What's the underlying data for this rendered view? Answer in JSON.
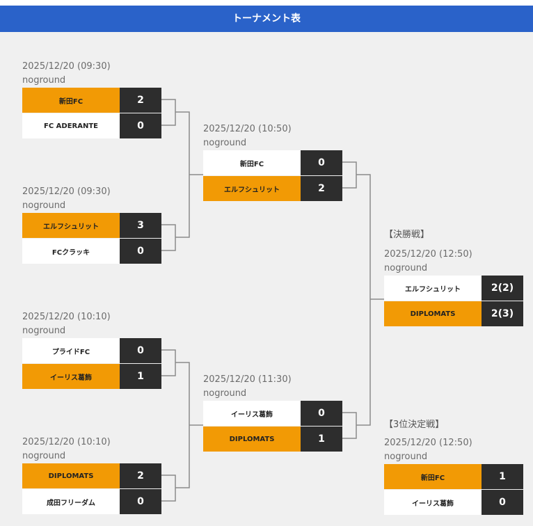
{
  "title": "トーナメント表",
  "matches": {
    "m1": {
      "datetime": "2025/12/20 (09:30)",
      "venue": "noground",
      "teams": [
        {
          "name": "新田FC",
          "score": "2"
        },
        {
          "name": "FC ADERANTE",
          "score": "0"
        }
      ]
    },
    "m2": {
      "datetime": "2025/12/20 (09:30)",
      "venue": "noground",
      "teams": [
        {
          "name": "エルフシュリット",
          "score": "3"
        },
        {
          "name": "FCクラッキ",
          "score": "0"
        }
      ]
    },
    "m3": {
      "datetime": "2025/12/20 (10:10)",
      "venue": "noground",
      "teams": [
        {
          "name": "プライドFC",
          "score": "0"
        },
        {
          "name": "イーリス葛飾",
          "score": "1"
        }
      ]
    },
    "m4": {
      "datetime": "2025/12/20 (10:10)",
      "venue": "noground",
      "teams": [
        {
          "name": "DIPLOMATS",
          "score": "2"
        },
        {
          "name": "成田フリーダム",
          "score": "0"
        }
      ]
    },
    "sf1": {
      "datetime": "2025/12/20 (10:50)",
      "venue": "noground",
      "teams": [
        {
          "name": "新田FC",
          "score": "0"
        },
        {
          "name": "エルフシュリット",
          "score": "2"
        }
      ]
    },
    "sf2": {
      "datetime": "2025/12/20 (11:30)",
      "venue": "noground",
      "teams": [
        {
          "name": "イーリス葛飾",
          "score": "0"
        },
        {
          "name": "DIPLOMATS",
          "score": "1"
        }
      ]
    },
    "final": {
      "heading": "【決勝戦】",
      "datetime": "2025/12/20 (12:50)",
      "venue": "noground",
      "teams": [
        {
          "name": "エルフシュリット",
          "score": "2(2)"
        },
        {
          "name": "DIPLOMATS",
          "score": "2(3)"
        }
      ]
    },
    "third": {
      "heading": "【3位決定戦】",
      "datetime": "2025/12/20 (12:50)",
      "venue": "noground",
      "teams": [
        {
          "name": "新田FC",
          "score": "1"
        },
        {
          "name": "イーリス葛飾",
          "score": "0"
        }
      ]
    }
  },
  "colors": {
    "header": "#2a62c9",
    "winner": "#f29a05",
    "score_bg": "#2d2d2d",
    "connector": "#8a8a8a"
  }
}
